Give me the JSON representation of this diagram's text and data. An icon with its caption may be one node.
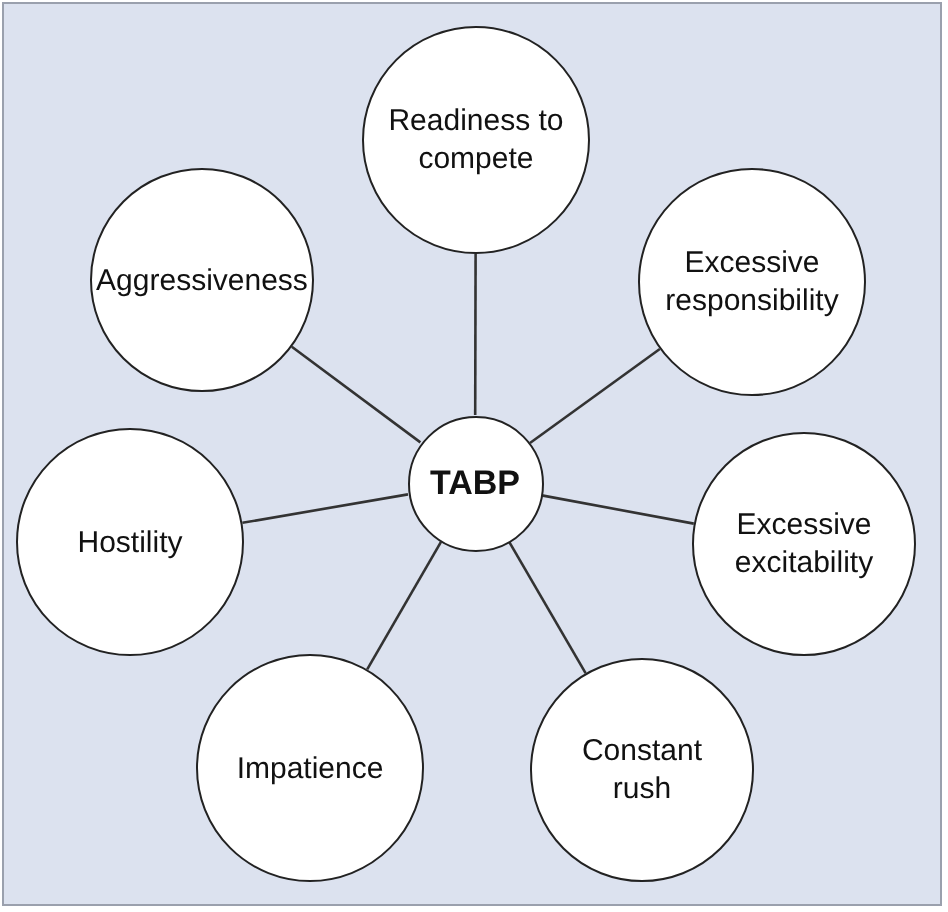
{
  "diagram": {
    "nodes": [
      {
        "text": [
          "TABP"
        ]
      },
      {
        "text": [
          "Readiness to compete"
        ]
      },
      {
        "text": [
          "Excessive responsibility"
        ]
      },
      {
        "text": [
          "Excessive excitability"
        ]
      },
      {
        "text": [
          "Constant rush"
        ]
      },
      {
        "text": [
          "Impatience"
        ]
      },
      {
        "text": [
          "Hostility"
        ]
      },
      {
        "text": [
          "Aggressiveness"
        ]
      }
    ],
    "edges": [
      {
        "from": 0,
        "to": 1,
        "arrow": "none"
      },
      {
        "from": 0,
        "to": 2,
        "arrow": "none"
      },
      {
        "from": 0,
        "to": 3,
        "arrow": "none"
      },
      {
        "from": 0,
        "to": 4,
        "arrow": "none"
      },
      {
        "from": 0,
        "to": 5,
        "arrow": "none"
      },
      {
        "from": 0,
        "to": 6,
        "arrow": "none"
      },
      {
        "from": 0,
        "to": 7,
        "arrow": "none"
      }
    ]
  }
}
